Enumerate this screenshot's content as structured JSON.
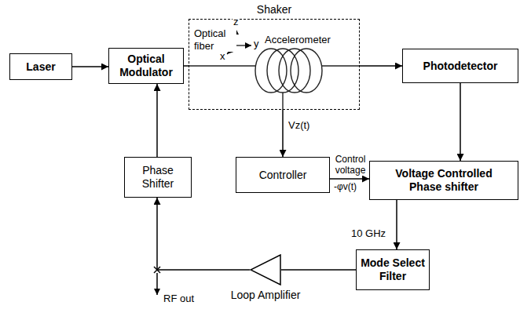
{
  "diagram": {
    "nodes": [
      {
        "text": [
          "Laser"
        ]
      },
      {
        "text": [
          "Optical Modulator"
        ]
      },
      {
        "text": [
          "Shaker",
          "Optical fiber",
          "Accelerometer"
        ]
      },
      {
        "text": [
          "Photodetector"
        ]
      },
      {
        "text": [
          "Controller"
        ]
      },
      {
        "text": [
          "Voltage Controlled Phase shifter"
        ]
      },
      {
        "text": [
          "Phase Shifter"
        ]
      },
      {
        "text": [
          "Mode Select Filter"
        ]
      },
      {
        "text": [
          "Loop Amplifier"
        ]
      }
    ],
    "edges": [
      {
        "from": 0,
        "to": 1,
        "arrow": "to"
      },
      {
        "from": 1,
        "to": 2,
        "arrow": "none"
      },
      {
        "from": 2,
        "to": 3,
        "arrow": "to"
      },
      {
        "from": 2,
        "to": 4,
        "label": "Vz(t)",
        "arrow": "to"
      },
      {
        "from": 4,
        "to": 5,
        "label": "Control voltage",
        "arrow": "to"
      },
      {
        "from": 3,
        "to": 5,
        "arrow": "to"
      },
      {
        "from": 5,
        "to": 7,
        "arrow": "to"
      },
      {
        "from": 7,
        "to": 8,
        "arrow": "none"
      },
      {
        "from": 8,
        "to": 6,
        "arrow": "to"
      },
      {
        "from": 6,
        "to": 1,
        "arrow": "to"
      }
    ],
    "labels": [
      "z",
      "y",
      "x",
      "-φv(t)",
      "10 GHz",
      "RF out"
    ]
  }
}
